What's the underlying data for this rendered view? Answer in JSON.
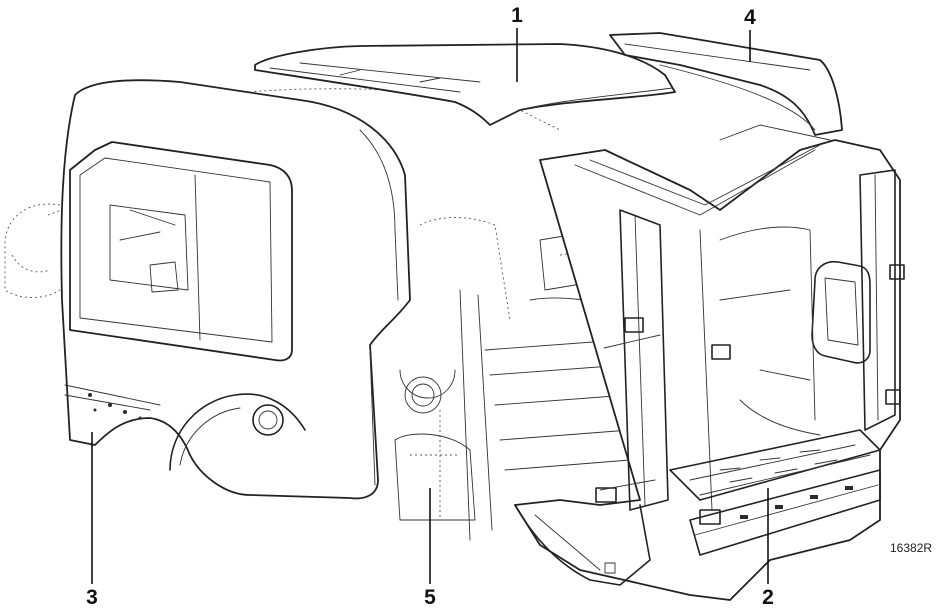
{
  "diagram": {
    "callouts": [
      {
        "id": "1",
        "label": "1"
      },
      {
        "id": "2",
        "label": "2"
      },
      {
        "id": "3",
        "label": "3"
      },
      {
        "id": "4",
        "label": "4"
      },
      {
        "id": "5",
        "label": "5"
      }
    ],
    "reference_code": "16382R"
  }
}
